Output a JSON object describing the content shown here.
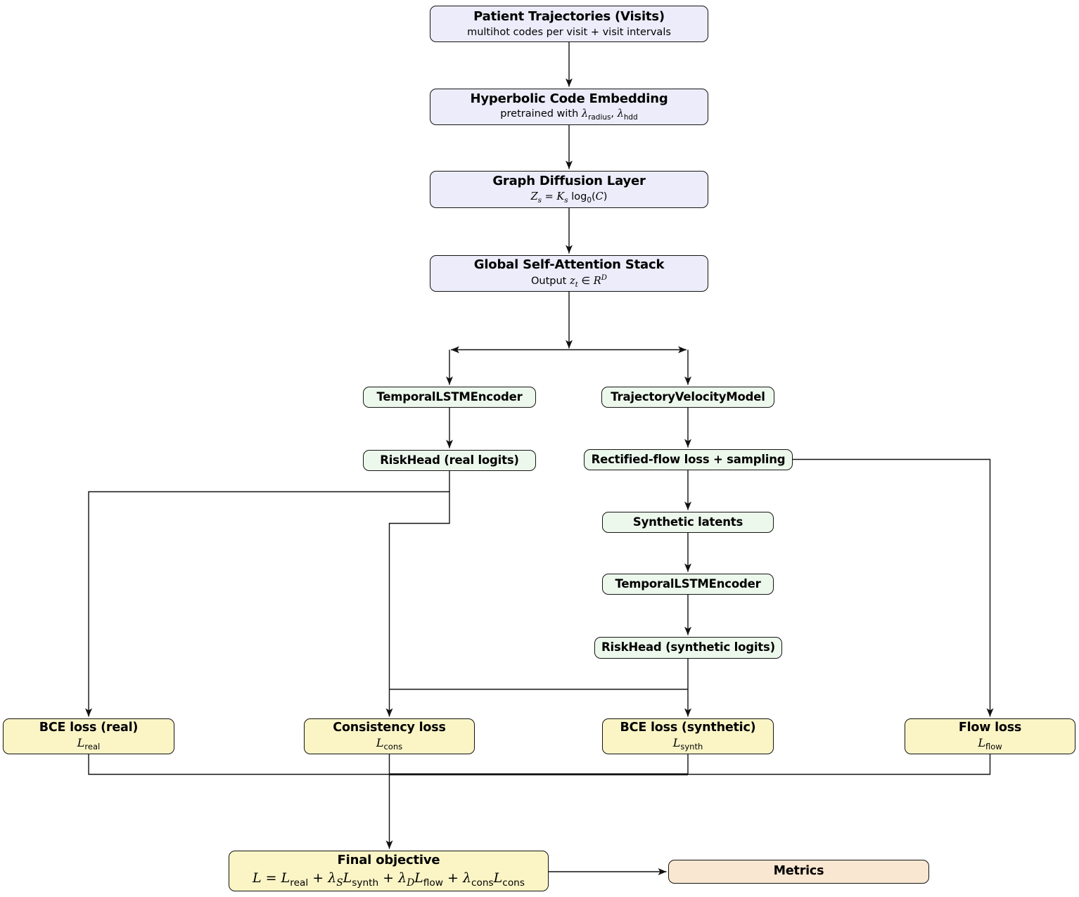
{
  "figure": {
    "type": "model-architecture-flowchart",
    "description": "Training pipeline flow diagram from patient trajectories to final objective and metrics"
  },
  "colors": {
    "fill_input": "#ececfa",
    "fill_module": "#edf8ec",
    "fill_loss": "#fbf5c6",
    "fill_metrics": "#fae7d1",
    "stroke": "#141414",
    "line": "#111111"
  },
  "nodes": {
    "patient_trajectories": {
      "title": "Patient Trajectories (Visits)",
      "subtitle": "multihot codes per visit + visit intervals"
    },
    "hyperbolic_embedding": {
      "title": "Hyperbolic Code Embedding",
      "subtitle_html": "pretrained with <i>λ</i><sub>radius</sub>, <i>λ</i><sub>hdd</sub>"
    },
    "graph_diffusion": {
      "title": "Graph Diffusion Layer",
      "subtitle_html": "<i>Z<sub>s</sub></i> = <i>K<sub>s</sub></i> log<sub>0</sub>(<i>C</i>)"
    },
    "attention_stack": {
      "title": "Global Self-Attention Stack",
      "subtitle_html": "Output <i>z<sub>t</sub></i> ∈ <i>R</i><sup><i>D</i></sup>"
    },
    "temporal_lstm_real": {
      "title": "TemporalLSTMEncoder"
    },
    "trajectory_velocity": {
      "title": "TrajectoryVelocityModel"
    },
    "riskhead_real": {
      "title": "RiskHead (real logits)"
    },
    "rectified_flow": {
      "title": "Rectified-flow loss + sampling"
    },
    "synthetic_latents": {
      "title": "Synthetic latents"
    },
    "temporal_lstm_synth": {
      "title": "TemporalLSTMEncoder"
    },
    "riskhead_synth": {
      "title": "RiskHead (synthetic logits)"
    },
    "bce_real": {
      "title": "BCE loss (real)",
      "formula_html": "<i>L</i><sub>real</sub>"
    },
    "consistency": {
      "title": "Consistency loss",
      "formula_html": "<i>L</i><sub>cons</sub>"
    },
    "bce_synth": {
      "title": "BCE loss (synthetic)",
      "formula_html": "<i>L</i><sub>synth</sub>"
    },
    "flow_loss": {
      "title": "Flow loss",
      "formula_html": "<i>L</i><sub>flow</sub>"
    },
    "final_objective": {
      "title": "Final objective",
      "formula_html": "<i>L</i> = <i>L</i><sub>real</sub> + <i>λ<sub>S</sub></i><i>L</i><sub>synth</sub> + <i>λ<sub>D</sub></i><i>L</i><sub>flow</sub> + <i>λ</i><sub>cons</sub><i>L</i><sub>cons</sub>"
    },
    "metrics": {
      "title": "Metrics"
    }
  }
}
